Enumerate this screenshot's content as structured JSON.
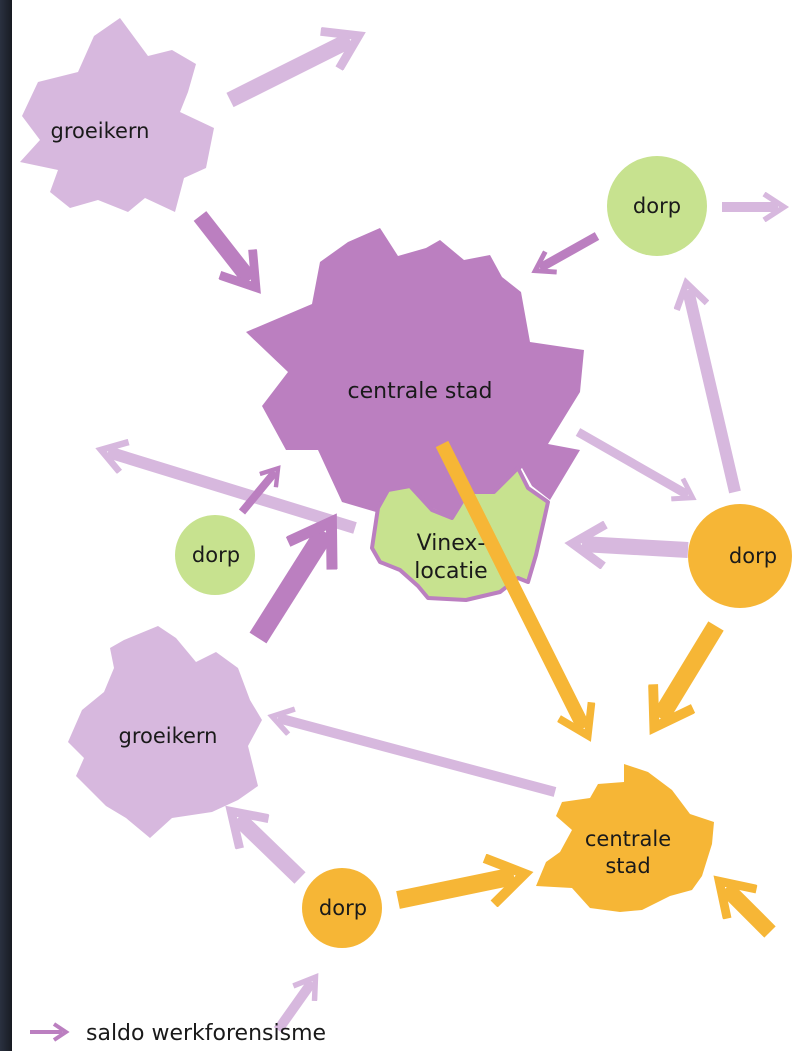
{
  "colors": {
    "light_purple": "#d7b8de",
    "dark_purple": "#bb7fc0",
    "green": "#c7e28f",
    "orange": "#f6b636",
    "text": "#1a1a1a"
  },
  "nodes": {
    "groeikern_top": "groeikern",
    "centrale_stad_main": "centrale stad",
    "dorp_top_right": "dorp",
    "dorp_left": "dorp",
    "vinex_line1": "Vinex-",
    "vinex_line2": "locatie",
    "dorp_right_orange": "dorp",
    "groeikern_bottom": "groeikern",
    "centrale_stad_orange_line1": "centrale",
    "centrale_stad_orange_line2": "stad",
    "dorp_bottom_orange": "dorp"
  },
  "legend": {
    "label": "saldo werkforensisme",
    "arrow_icon": "arrow-right-icon"
  }
}
